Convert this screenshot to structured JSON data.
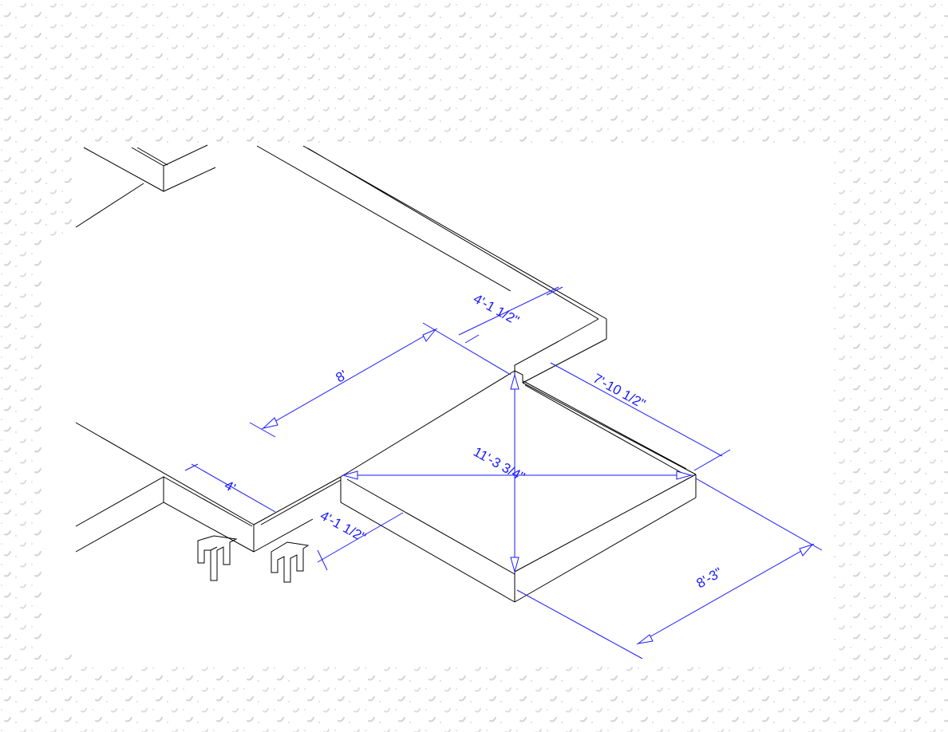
{
  "colors": {
    "background": "#ffffff",
    "texture_mark": "#d8d8d8",
    "geometry": "#000000",
    "dimension": "#1a1aff"
  },
  "dimensions": {
    "upper_setback": "4'-1 1/2\"",
    "eight_feet": "8'",
    "diagonal_edge": "7'-10 1/2\"",
    "cross_diagonal": "11'-3 3/4\"",
    "four_feet": "4'",
    "lower_setback": "4'-1 1/2\"",
    "depth": "8'-3\""
  }
}
